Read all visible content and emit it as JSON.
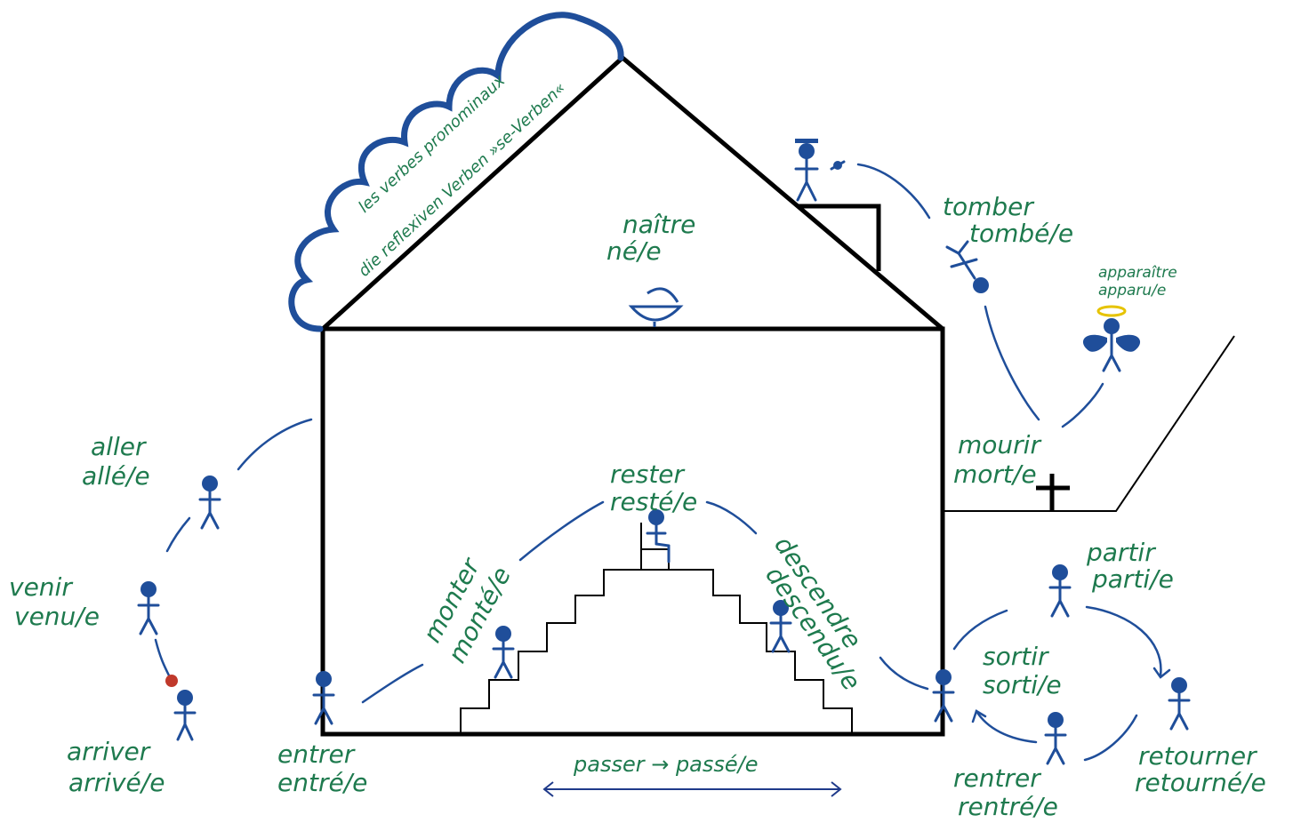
{
  "cloud": {
    "line1": "les verbes pronominaux",
    "line2": "die reflexiven Verben »se-Verben«"
  },
  "verbs": {
    "naitre": {
      "inf": "naître",
      "pp": "né/e"
    },
    "tomber": {
      "inf": "tomber",
      "pp": "tombé/e"
    },
    "apparaitre": {
      "inf": "apparaître",
      "pp": "apparu/e"
    },
    "aller": {
      "inf": "aller",
      "pp": "allé/e"
    },
    "venir": {
      "inf": "venir",
      "pp": "venu/e"
    },
    "arriver": {
      "inf": "arriver",
      "pp": "arrivé/e"
    },
    "entrer": {
      "inf": "entrer",
      "pp": "entré/e"
    },
    "monter": {
      "inf": "monter",
      "pp": "monté/e"
    },
    "rester": {
      "inf": "rester",
      "pp": "resté/e"
    },
    "descendre": {
      "inf": "descendre",
      "pp": "descendu/e"
    },
    "mourir": {
      "inf": "mourir",
      "pp": "mort/e"
    },
    "partir": {
      "inf": "partir",
      "pp": "parti/e"
    },
    "sortir": {
      "inf": "sortir",
      "pp": "sorti/e"
    },
    "rentrer": {
      "inf": "rentrer",
      "pp": "rentré/e"
    },
    "retourner": {
      "inf": "retourner",
      "pp": "retourné/e"
    },
    "passer": "passer → passé/e"
  },
  "colors": {
    "text": "#1e7a4e",
    "figure": "#1f4e9a",
    "house": "#000000"
  }
}
